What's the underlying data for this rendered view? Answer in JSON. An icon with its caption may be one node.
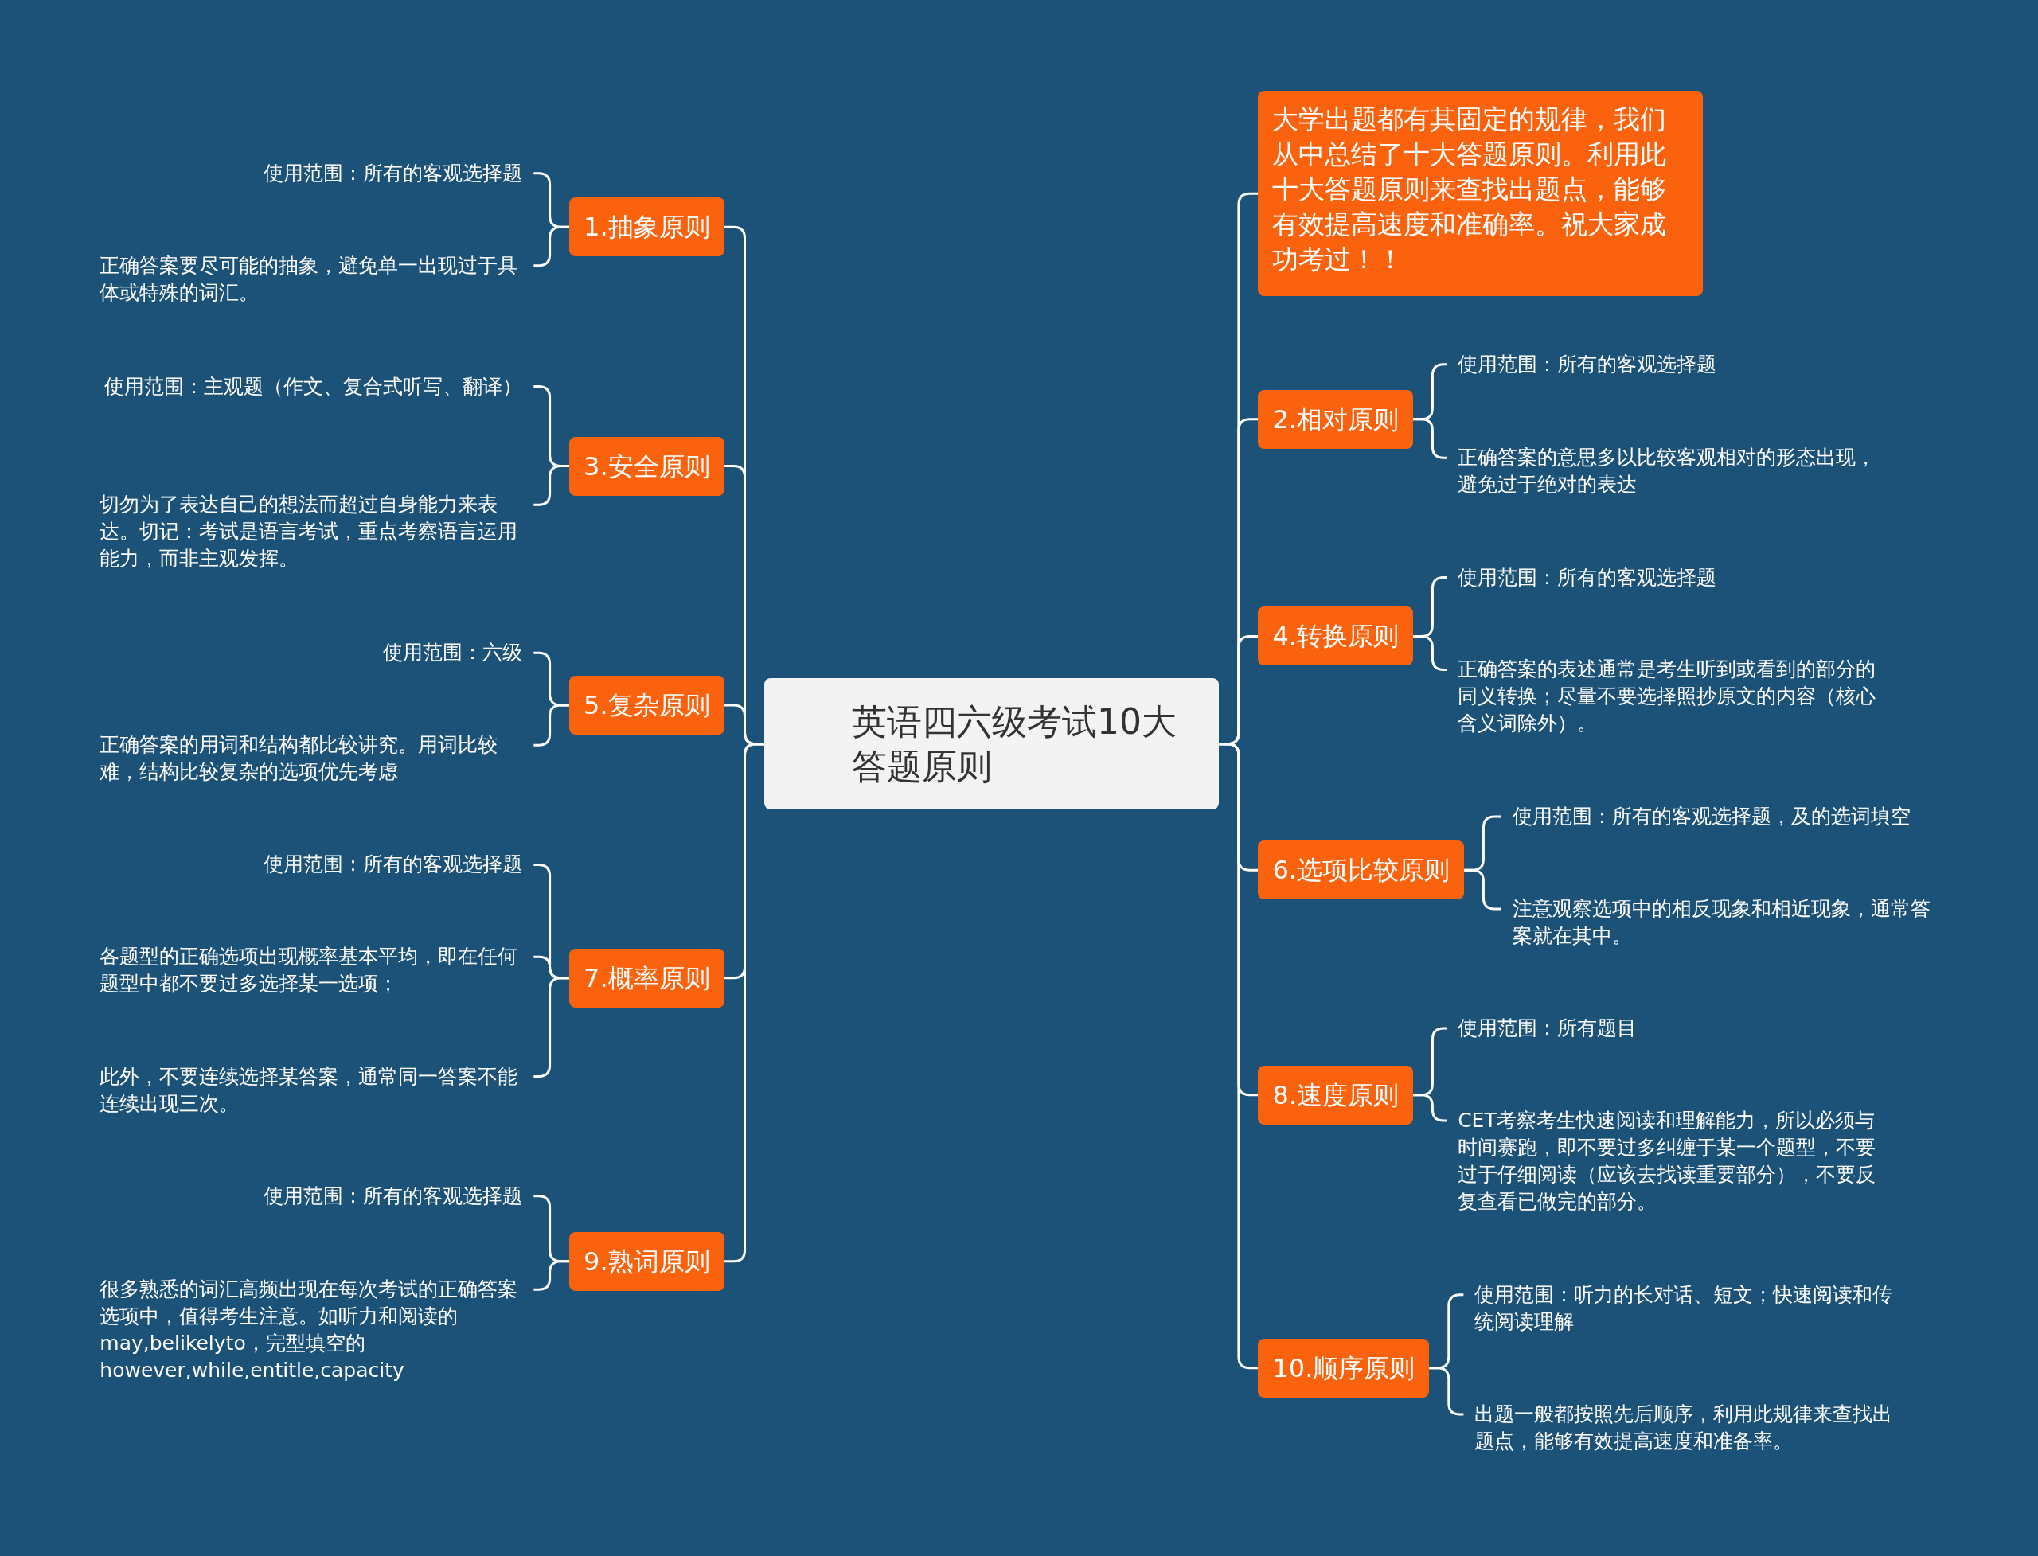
{
  "diagram": {
    "nodes": [
      {
        "text": [
          "英语四六级考试10大答题原则"
        ]
      },
      {
        "text": [
          "大学出题都有其固定的规律，我们从中总结了十大答题原则。利用此十大答题原则来查找出题点，能够有效提高速度和准确率。祝大家成功考过！！"
        ]
      },
      {
        "text": [
          "1.抽象原则"
        ]
      },
      {
        "text": [
          "使用范围：所有的客观选择题"
        ]
      },
      {
        "text": [
          "正确答案要尽可能的抽象，避免单一出现过于具体或特殊的词汇。"
        ]
      },
      {
        "text": [
          "2.相对原则"
        ]
      },
      {
        "text": [
          "使用范围：所有的客观选择题"
        ]
      },
      {
        "text": [
          "正确答案的意思多以比较客观相对的形态出现，避免过于绝对的表达"
        ]
      },
      {
        "text": [
          "3.安全原则"
        ]
      },
      {
        "text": [
          "使用范围：主观题（作文、复合式听写、翻译）"
        ]
      },
      {
        "text": [
          "切勿为了表达自己的想法而超过自身能力来表达。切记：考试是语言考试，重点考察语言运用能力，而非主观发挥。"
        ]
      },
      {
        "text": [
          "4.转换原则"
        ]
      },
      {
        "text": [
          "使用范围：所有的客观选择题"
        ]
      },
      {
        "text": [
          "正确答案的表述通常是考生听到或看到的部分的同义转换；尽量不要选择照抄原文的内容（核心含义词除外）。"
        ]
      },
      {
        "text": [
          "5.复杂原则"
        ]
      },
      {
        "text": [
          "使用范围：六级"
        ]
      },
      {
        "text": [
          "正确答案的用词和结构都比较讲究。用词比较难，结构比较复杂的选项优先考虑"
        ]
      },
      {
        "text": [
          "6.选项比较原则"
        ]
      },
      {
        "text": [
          "使用范围：所有的客观选择题，及的选词填空"
        ]
      },
      {
        "text": [
          "注意观察选项中的相反现象和相近现象，通常答案就在其中。"
        ]
      },
      {
        "text": [
          "7.概率原则"
        ]
      },
      {
        "text": [
          "使用范围：所有的客观选择题"
        ]
      },
      {
        "text": [
          "各题型的正确选项出现概率基本平均，即在任何题型中都不要过多选择某一选项；"
        ]
      },
      {
        "text": [
          "此外，不要连续选择某答案，通常同一答案不能连续出现三次。"
        ]
      },
      {
        "text": [
          "8.速度原则"
        ]
      },
      {
        "text": [
          "使用范围：所有题目"
        ]
      },
      {
        "text": [
          "CET考察考生快速阅读和理解能力，所以必须与时间赛跑，即不要过多纠缠于某一个题型，不要过于仔细阅读（应该去找读重要部分），不要反复查看已做完的部分。"
        ]
      },
      {
        "text": [
          "9.熟词原则"
        ]
      },
      {
        "text": [
          "使用范围：所有的客观选择题"
        ]
      },
      {
        "text": [
          "很多熟悉的词汇高频出现在每次考试的正确答案选项中，值得考生注意。如听力和阅读的may,belikelyto，完型填空的however,while,entitle,capacity"
        ]
      },
      {
        "text": [
          "10.顺序原则"
        ]
      },
      {
        "text": [
          "使用范围：听力的长对话、短文；快速阅读和传统阅读理解"
        ]
      },
      {
        "text": [
          "出题一般都按照先后顺序，利用此规律来查找出题点，能够有效提高速度和准备率。"
        ]
      }
    ],
    "edges": [
      {
        "from": 0,
        "to": 1,
        "arrow": "none"
      },
      {
        "from": 0,
        "to": 2,
        "arrow": "none"
      },
      {
        "from": 2,
        "to": 3,
        "arrow": "none"
      },
      {
        "from": 2,
        "to": 4,
        "arrow": "none"
      },
      {
        "from": 0,
        "to": 5,
        "arrow": "none"
      },
      {
        "from": 5,
        "to": 6,
        "arrow": "none"
      },
      {
        "from": 5,
        "to": 7,
        "arrow": "none"
      },
      {
        "from": 0,
        "to": 8,
        "arrow": "none"
      },
      {
        "from": 8,
        "to": 9,
        "arrow": "none"
      },
      {
        "from": 8,
        "to": 10,
        "arrow": "none"
      },
      {
        "from": 0,
        "to": 11,
        "arrow": "none"
      },
      {
        "from": 11,
        "to": 12,
        "arrow": "none"
      },
      {
        "from": 11,
        "to": 13,
        "arrow": "none"
      },
      {
        "from": 0,
        "to": 14,
        "arrow": "none"
      },
      {
        "from": 14,
        "to": 15,
        "arrow": "none"
      },
      {
        "from": 14,
        "to": 16,
        "arrow": "none"
      },
      {
        "from": 0,
        "to": 17,
        "arrow": "none"
      },
      {
        "from": 17,
        "to": 18,
        "arrow": "none"
      },
      {
        "from": 17,
        "to": 19,
        "arrow": "none"
      },
      {
        "from": 0,
        "to": 20,
        "arrow": "none"
      },
      {
        "from": 20,
        "to": 21,
        "arrow": "none"
      },
      {
        "from": 20,
        "to": 22,
        "arrow": "none"
      },
      {
        "from": 20,
        "to": 23,
        "arrow": "none"
      },
      {
        "from": 0,
        "to": 24,
        "arrow": "none"
      },
      {
        "from": 24,
        "to": 25,
        "arrow": "none"
      },
      {
        "from": 24,
        "to": 26,
        "arrow": "none"
      },
      {
        "from": 0,
        "to": 27,
        "arrow": "none"
      },
      {
        "from": 27,
        "to": 28,
        "arrow": "none"
      },
      {
        "from": 27,
        "to": 29,
        "arrow": "none"
      },
      {
        "from": 0,
        "to": 30,
        "arrow": "none"
      },
      {
        "from": 30,
        "to": 31,
        "arrow": "none"
      },
      {
        "from": 30,
        "to": 32,
        "arrow": "none"
      }
    ]
  }
}
